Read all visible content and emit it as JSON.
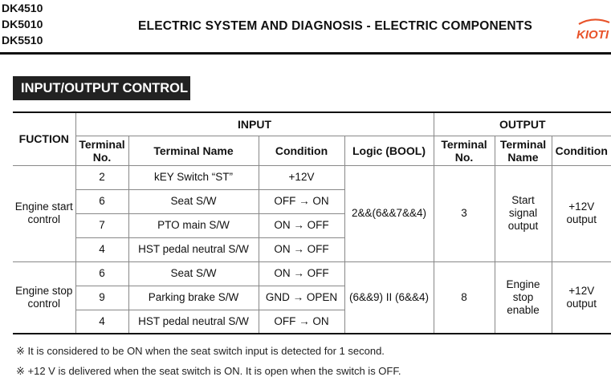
{
  "header": {
    "models": [
      "DK4510",
      "DK5010",
      "DK5510"
    ],
    "title": "ELECTRIC SYSTEM AND DIAGNOSIS - ELECTRIC COMPONENTS",
    "logo_text": "KIOTI",
    "accent_color": "#e8532a"
  },
  "section": {
    "title": "INPUT/OUTPUT CONTROL"
  },
  "table": {
    "headers": {
      "function": "FUCTION",
      "input": "INPUT",
      "output": "OUTPUT",
      "terminal_no": "Terminal No.",
      "terminal_name": "Terminal Name",
      "condition": "Condition",
      "logic": "Logic (BOOL)"
    },
    "groups": [
      {
        "function": "Engine start control",
        "rows": [
          {
            "no": "2",
            "name": "kEY Switch “ST”",
            "condition": "+12V"
          },
          {
            "no": "6",
            "name": "Seat S/W",
            "condition": "OFF → ON"
          },
          {
            "no": "7",
            "name": "PTO main S/W",
            "condition": "ON → OFF"
          },
          {
            "no": "4",
            "name": "HST pedal neutral S/W",
            "condition": "ON → OFF"
          }
        ],
        "logic": "2&&(6&&7&&4)",
        "out_no": "3",
        "out_name": "Start signal output",
        "out_condition": "+12V output"
      },
      {
        "function": "Engine stop control",
        "rows": [
          {
            "no": "6",
            "name": "Seat S/W",
            "condition": "ON → OFF"
          },
          {
            "no": "9",
            "name": "Parking brake S/W",
            "condition": "GND → OPEN"
          },
          {
            "no": "4",
            "name": "HST pedal neutral S/W",
            "condition": "OFF → ON"
          }
        ],
        "logic": "(6&&9) II (6&&4)",
        "out_no": "8",
        "out_name": "Engine stop enable",
        "out_condition": "+12V output"
      }
    ]
  },
  "notes": [
    "※ It is considered to be ON when the seat switch input is detected for 1 second.",
    "※ +12 V is delivered when the seat switch is ON. It is open when the switch is OFF."
  ]
}
